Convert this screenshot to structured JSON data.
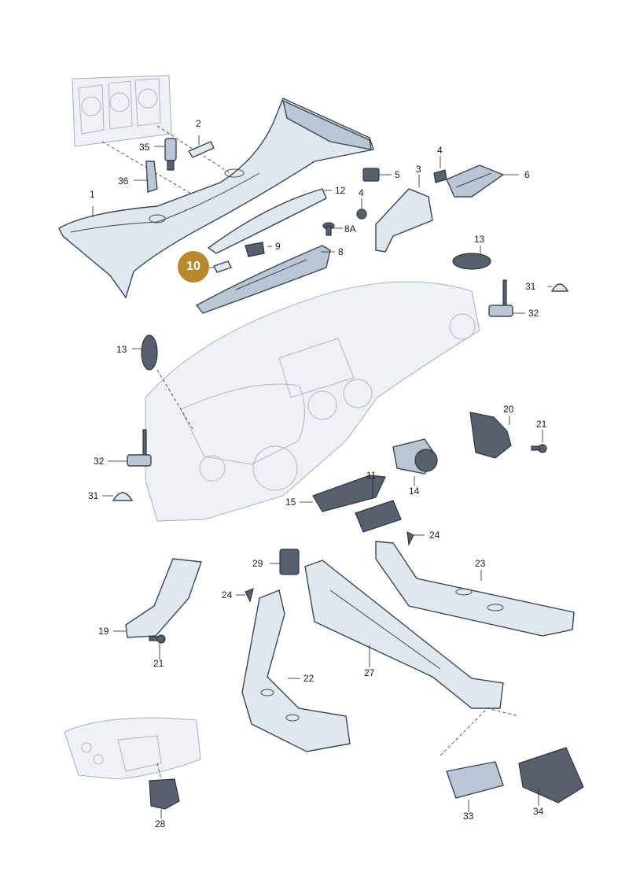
{
  "highlight": {
    "label": "10",
    "color": "#b88a2c"
  },
  "labels": {
    "l1": "1",
    "l2": "2",
    "l3": "3",
    "l4a": "4",
    "l4b": "4",
    "l5": "5",
    "l6": "6",
    "l8": "8",
    "l8a": "8A",
    "l9": "9",
    "l11": "11",
    "l12": "12",
    "l13a": "13",
    "l13b": "13",
    "l14": "14",
    "l15": "15",
    "l19": "19",
    "l20": "20",
    "l21a": "21",
    "l21b": "21",
    "l22": "22",
    "l23": "23",
    "l24a": "24",
    "l24b": "24",
    "l27": "27",
    "l28": "28",
    "l29": "29",
    "l31a": "31",
    "l31b": "31",
    "l32a": "32",
    "l32b": "32",
    "l33": "33",
    "l34": "34",
    "l35": "35",
    "l36": "36"
  }
}
